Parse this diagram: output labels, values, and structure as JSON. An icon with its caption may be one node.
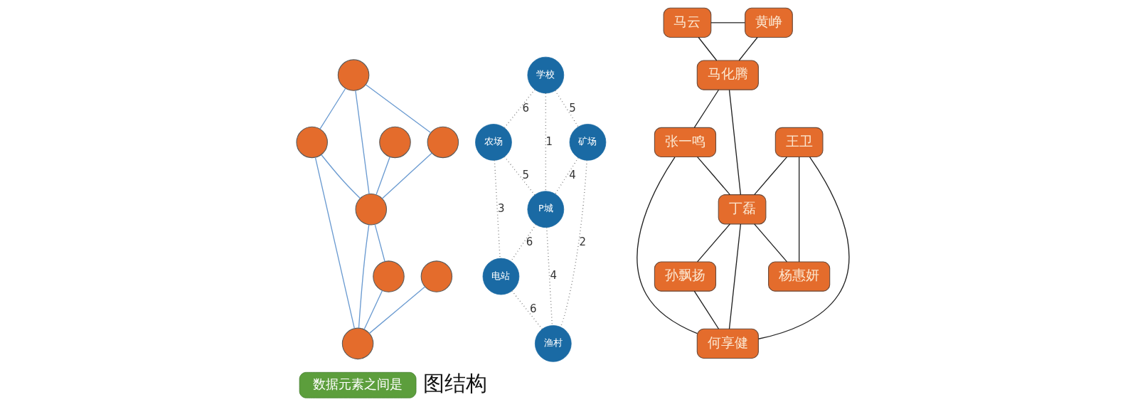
{
  "diagram": {
    "nodes": [
      {
        "text": [],
        "shape": "circle"
      },
      {
        "text": [],
        "shape": "circle"
      },
      {
        "text": [],
        "shape": "circle"
      },
      {
        "text": [],
        "shape": "circle"
      },
      {
        "text": [],
        "shape": "circle"
      },
      {
        "text": [],
        "shape": "circle"
      },
      {
        "text": [],
        "shape": "circle"
      },
      {
        "text": [],
        "shape": "circle"
      },
      {
        "text": [
          "数据元素之间是"
        ]
      },
      {
        "text": [
          "学校"
        ]
      },
      {
        "text": [
          "农场"
        ]
      },
      {
        "text": [
          "矿场"
        ]
      },
      {
        "text": [
          "P城"
        ]
      },
      {
        "text": [
          "电站"
        ]
      },
      {
        "text": [
          "渔村"
        ]
      },
      {
        "text": [
          "马云"
        ]
      },
      {
        "text": [
          "黄峥"
        ]
      },
      {
        "text": [
          "马化腾"
        ]
      },
      {
        "text": [
          "王卫"
        ]
      },
      {
        "text": [
          "张一鸣"
        ]
      },
      {
        "text": [
          "丁磊"
        ]
      },
      {
        "text": [
          "杨惠妍"
        ]
      },
      {
        "text": [
          "孙飘扬"
        ]
      },
      {
        "text": [
          "何享健"
        ]
      }
    ],
    "edges": [
      {
        "from": 1,
        "to": 0,
        "arrow": "none",
        "color": "#6b9bd1"
      },
      {
        "from": 1,
        "to": 3,
        "arrow": "none",
        "color": "#6b9bd1"
      },
      {
        "from": 1,
        "to": 4,
        "arrow": "none",
        "color": "#6b9bd1"
      },
      {
        "from": 0,
        "to": 4,
        "arrow": "none",
        "color": "#6b9bd1"
      },
      {
        "from": 2,
        "to": 4,
        "arrow": "none",
        "color": "#6b9bd1"
      },
      {
        "from": 3,
        "to": 4,
        "arrow": "none",
        "color": "#6b9bd1"
      },
      {
        "from": 3,
        "to": 7,
        "arrow": "none",
        "color": "#6b9bd1"
      },
      {
        "from": 4,
        "to": 6,
        "arrow": "none",
        "color": "#6b9bd1"
      },
      {
        "from": 4,
        "to": 7,
        "arrow": "none",
        "color": "#6b9bd1"
      },
      {
        "from": 5,
        "to": 7,
        "arrow": "none",
        "color": "#6b9bd1"
      },
      {
        "from": 6,
        "to": 7,
        "arrow": "none",
        "color": "#6b9bd1"
      },
      {
        "from": 9,
        "to": 10,
        "arrow": "none",
        "label": "6",
        "style": "dashed",
        "color": "#666666"
      },
      {
        "from": 9,
        "to": 11,
        "arrow": "none",
        "label": "5",
        "style": "dashed",
        "color": "#666666"
      },
      {
        "from": 9,
        "to": 12,
        "arrow": "none",
        "label": "1",
        "style": "dashed",
        "color": "#666666"
      },
      {
        "from": 10,
        "to": 12,
        "arrow": "none",
        "label": "5",
        "style": "dashed",
        "color": "#666666"
      },
      {
        "from": 11,
        "to": 12,
        "arrow": "none",
        "label": "4",
        "style": "dashed",
        "color": "#666666"
      },
      {
        "from": 10,
        "to": 13,
        "arrow": "none",
        "label": "3",
        "style": "dashed",
        "color": "#666666"
      },
      {
        "from": 11,
        "to": 14,
        "arrow": "none",
        "label": "2",
        "style": "dashed",
        "color": "#666666"
      },
      {
        "from": 12,
        "to": 13,
        "arrow": "none",
        "label": "6",
        "style": "dashed",
        "color": "#666666"
      },
      {
        "from": 12,
        "to": 14,
        "arrow": "none",
        "label": "4",
        "style": "dashed",
        "color": "#666666"
      },
      {
        "from": 13,
        "to": 14,
        "arrow": "none",
        "label": "6",
        "style": "dashed",
        "color": "#666666"
      },
      {
        "from": 15,
        "to": 16,
        "arrow": "none"
      },
      {
        "from": 15,
        "to": 17,
        "arrow": "none"
      },
      {
        "from": 16,
        "to": 17,
        "arrow": "none"
      },
      {
        "from": 17,
        "to": 19,
        "arrow": "none"
      },
      {
        "from": 17,
        "to": 20,
        "arrow": "none"
      },
      {
        "from": 18,
        "to": 20,
        "arrow": "none"
      },
      {
        "from": 18,
        "to": 21,
        "arrow": "none"
      },
      {
        "from": 18,
        "to": 23,
        "arrow": "none"
      },
      {
        "from": 19,
        "to": 20,
        "arrow": "none"
      },
      {
        "from": 19,
        "to": 23,
        "arrow": "none"
      },
      {
        "from": 20,
        "to": 21,
        "arrow": "none"
      },
      {
        "from": 20,
        "to": 23,
        "arrow": "none"
      },
      {
        "from": 20,
        "to": 22,
        "arrow": "none"
      },
      {
        "from": 22,
        "to": 23,
        "arrow": "none"
      }
    ],
    "labels": [
      "图结构"
    ]
  }
}
